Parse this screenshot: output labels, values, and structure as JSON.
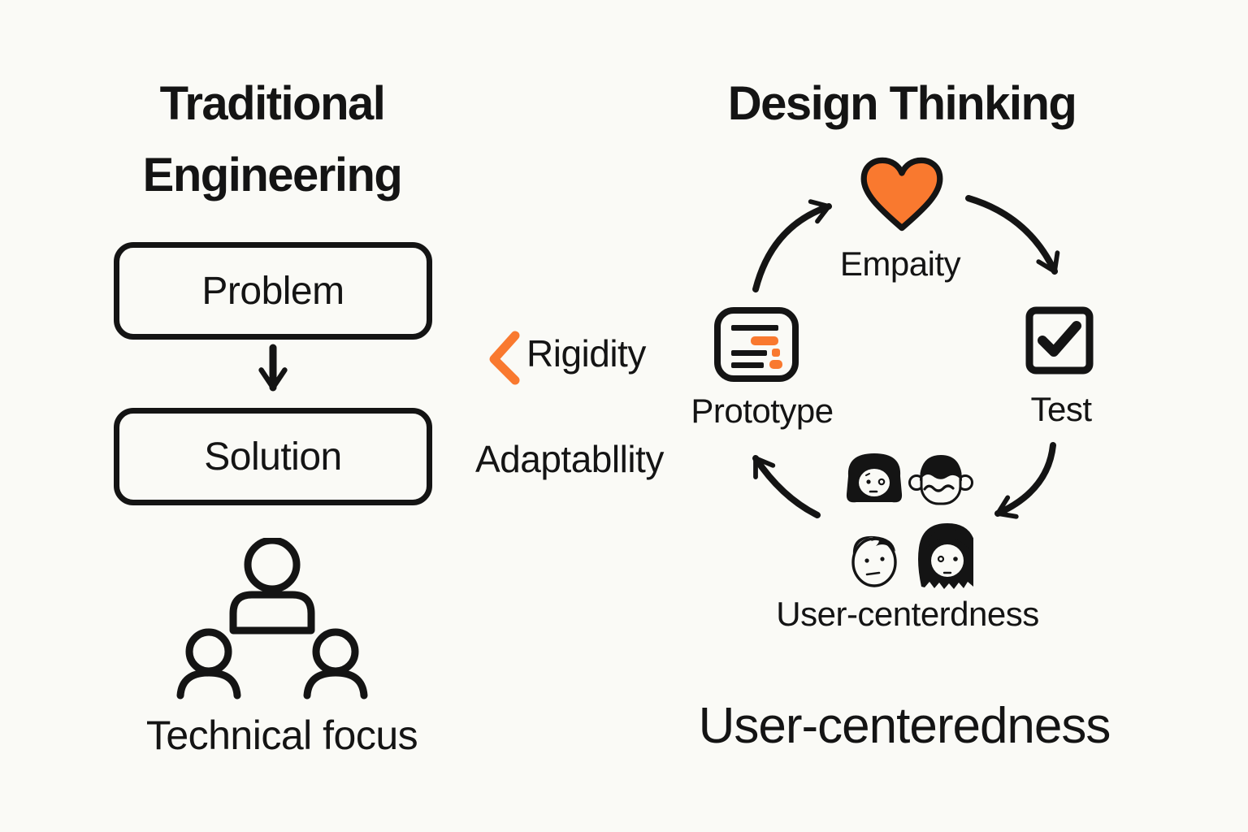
{
  "colors": {
    "accent": "#F9792F",
    "ink": "#141414",
    "background": "#FAFAF6"
  },
  "left_panel": {
    "title": "Traditional Engineering",
    "problem_label": "Problem",
    "solution_label": "Solution",
    "caption": "Technical focus"
  },
  "right_panel": {
    "title": "Design Thinking",
    "empathize_label": "Empaity",
    "test_label": "Test",
    "users_label": "User-centerdness",
    "prototype_label": "Prototype",
    "caption": "User-centeredness"
  },
  "comparison": {
    "rigidity_label": "Rigidity",
    "adaptability_label": "Adaptabllity"
  }
}
